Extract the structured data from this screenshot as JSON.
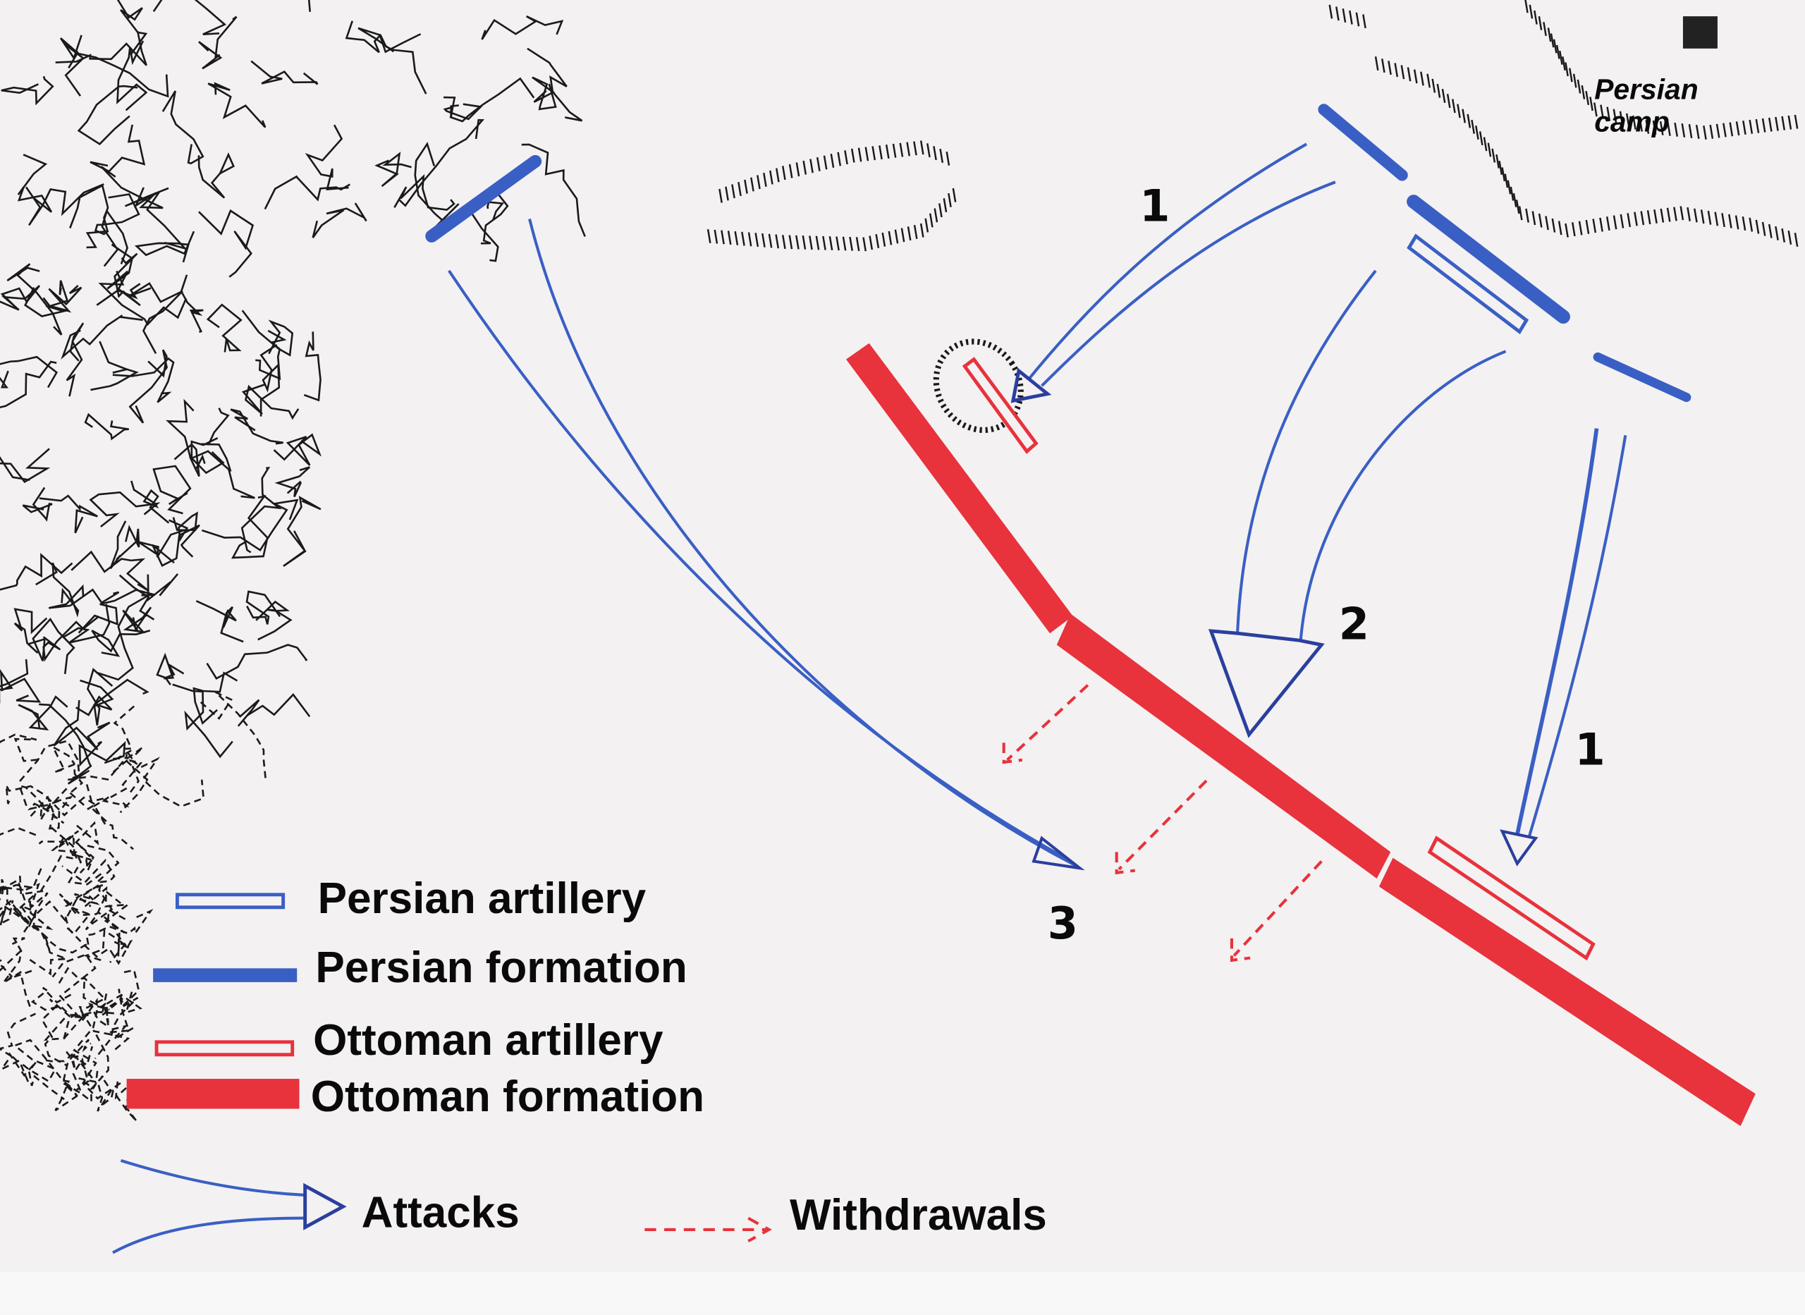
{
  "map": {
    "camp_label_line1": "Persian",
    "camp_label_line2": "camp",
    "attack_numbers": [
      "1",
      "2",
      "1",
      "3"
    ]
  },
  "legend": {
    "persian_artillery": "Persian artillery",
    "persian_formation": "Persian formation",
    "ottoman_artillery": "Ottoman artillery",
    "ottoman_formation": "Ottoman formation",
    "attacks": "Attacks",
    "withdrawals": "Withdrawals"
  },
  "colors": {
    "persian": "#3a5fc4",
    "persian_dark": "#2a3f9e",
    "ottoman": "#e8323c",
    "terrain": "#1a1a1a",
    "paper": "#f3f1f2"
  }
}
